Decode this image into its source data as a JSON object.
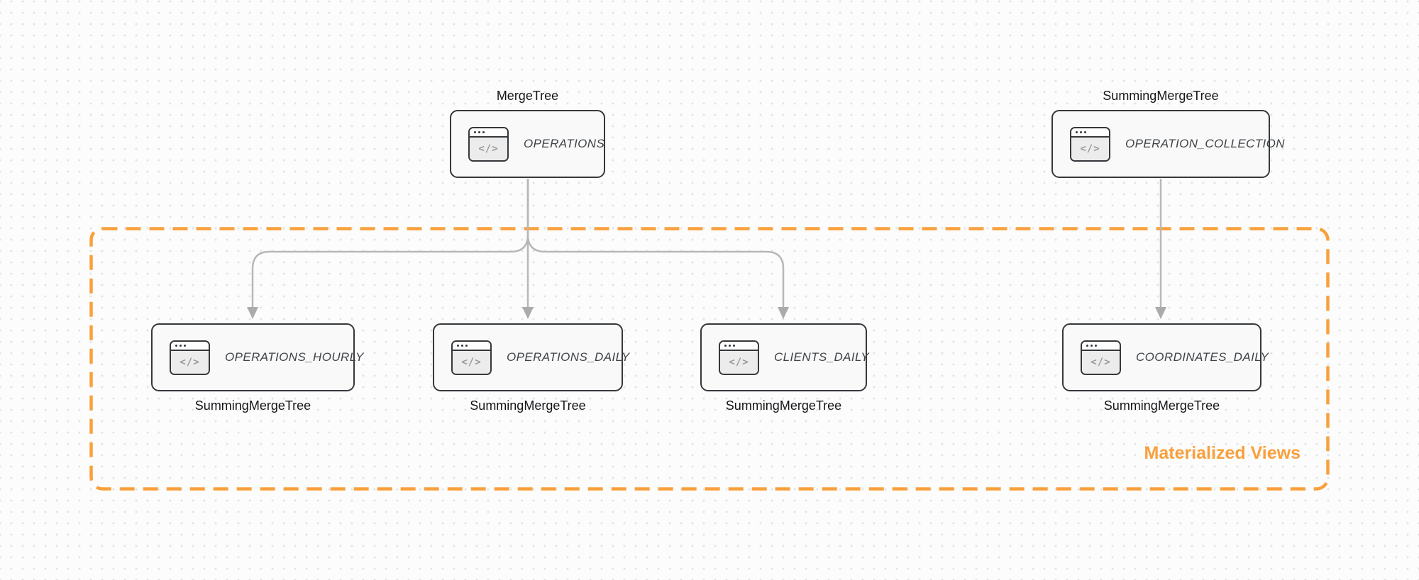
{
  "diagram": {
    "group": {
      "label": "Materialized Views",
      "accent_color": "#f9a03c"
    },
    "style": {
      "arrow_color": "#b8b8b8",
      "arrowhead_color": "#ababab",
      "node_border_color": "#35383b"
    },
    "icon_glyph": "</>",
    "nodes": [
      {
        "id": "operations",
        "table": "OPERATIONS",
        "engine": "MergeTree",
        "engine_position": "above"
      },
      {
        "id": "operation_collection",
        "table": "OPERATION_COLLECTION",
        "engine": "SummingMergeTree",
        "engine_position": "above"
      },
      {
        "id": "operations_hourly",
        "table": "OPERATIONS_HOURLY",
        "engine": "SummingMergeTree",
        "engine_position": "below"
      },
      {
        "id": "operations_daily",
        "table": "OPERATIONS_DAILY",
        "engine": "SummingMergeTree",
        "engine_position": "below"
      },
      {
        "id": "clients_daily",
        "table": "CLIENTS_DAILY",
        "engine": "SummingMergeTree",
        "engine_position": "below"
      },
      {
        "id": "coordinates_daily",
        "table": "COORDINATES_DAILY",
        "engine": "SummingMergeTree",
        "engine_position": "below"
      }
    ],
    "edges": [
      {
        "from": "operations",
        "to": "operations_hourly"
      },
      {
        "from": "operations",
        "to": "operations_daily"
      },
      {
        "from": "operations",
        "to": "clients_daily"
      },
      {
        "from": "operation_collection",
        "to": "coordinates_daily"
      }
    ]
  }
}
